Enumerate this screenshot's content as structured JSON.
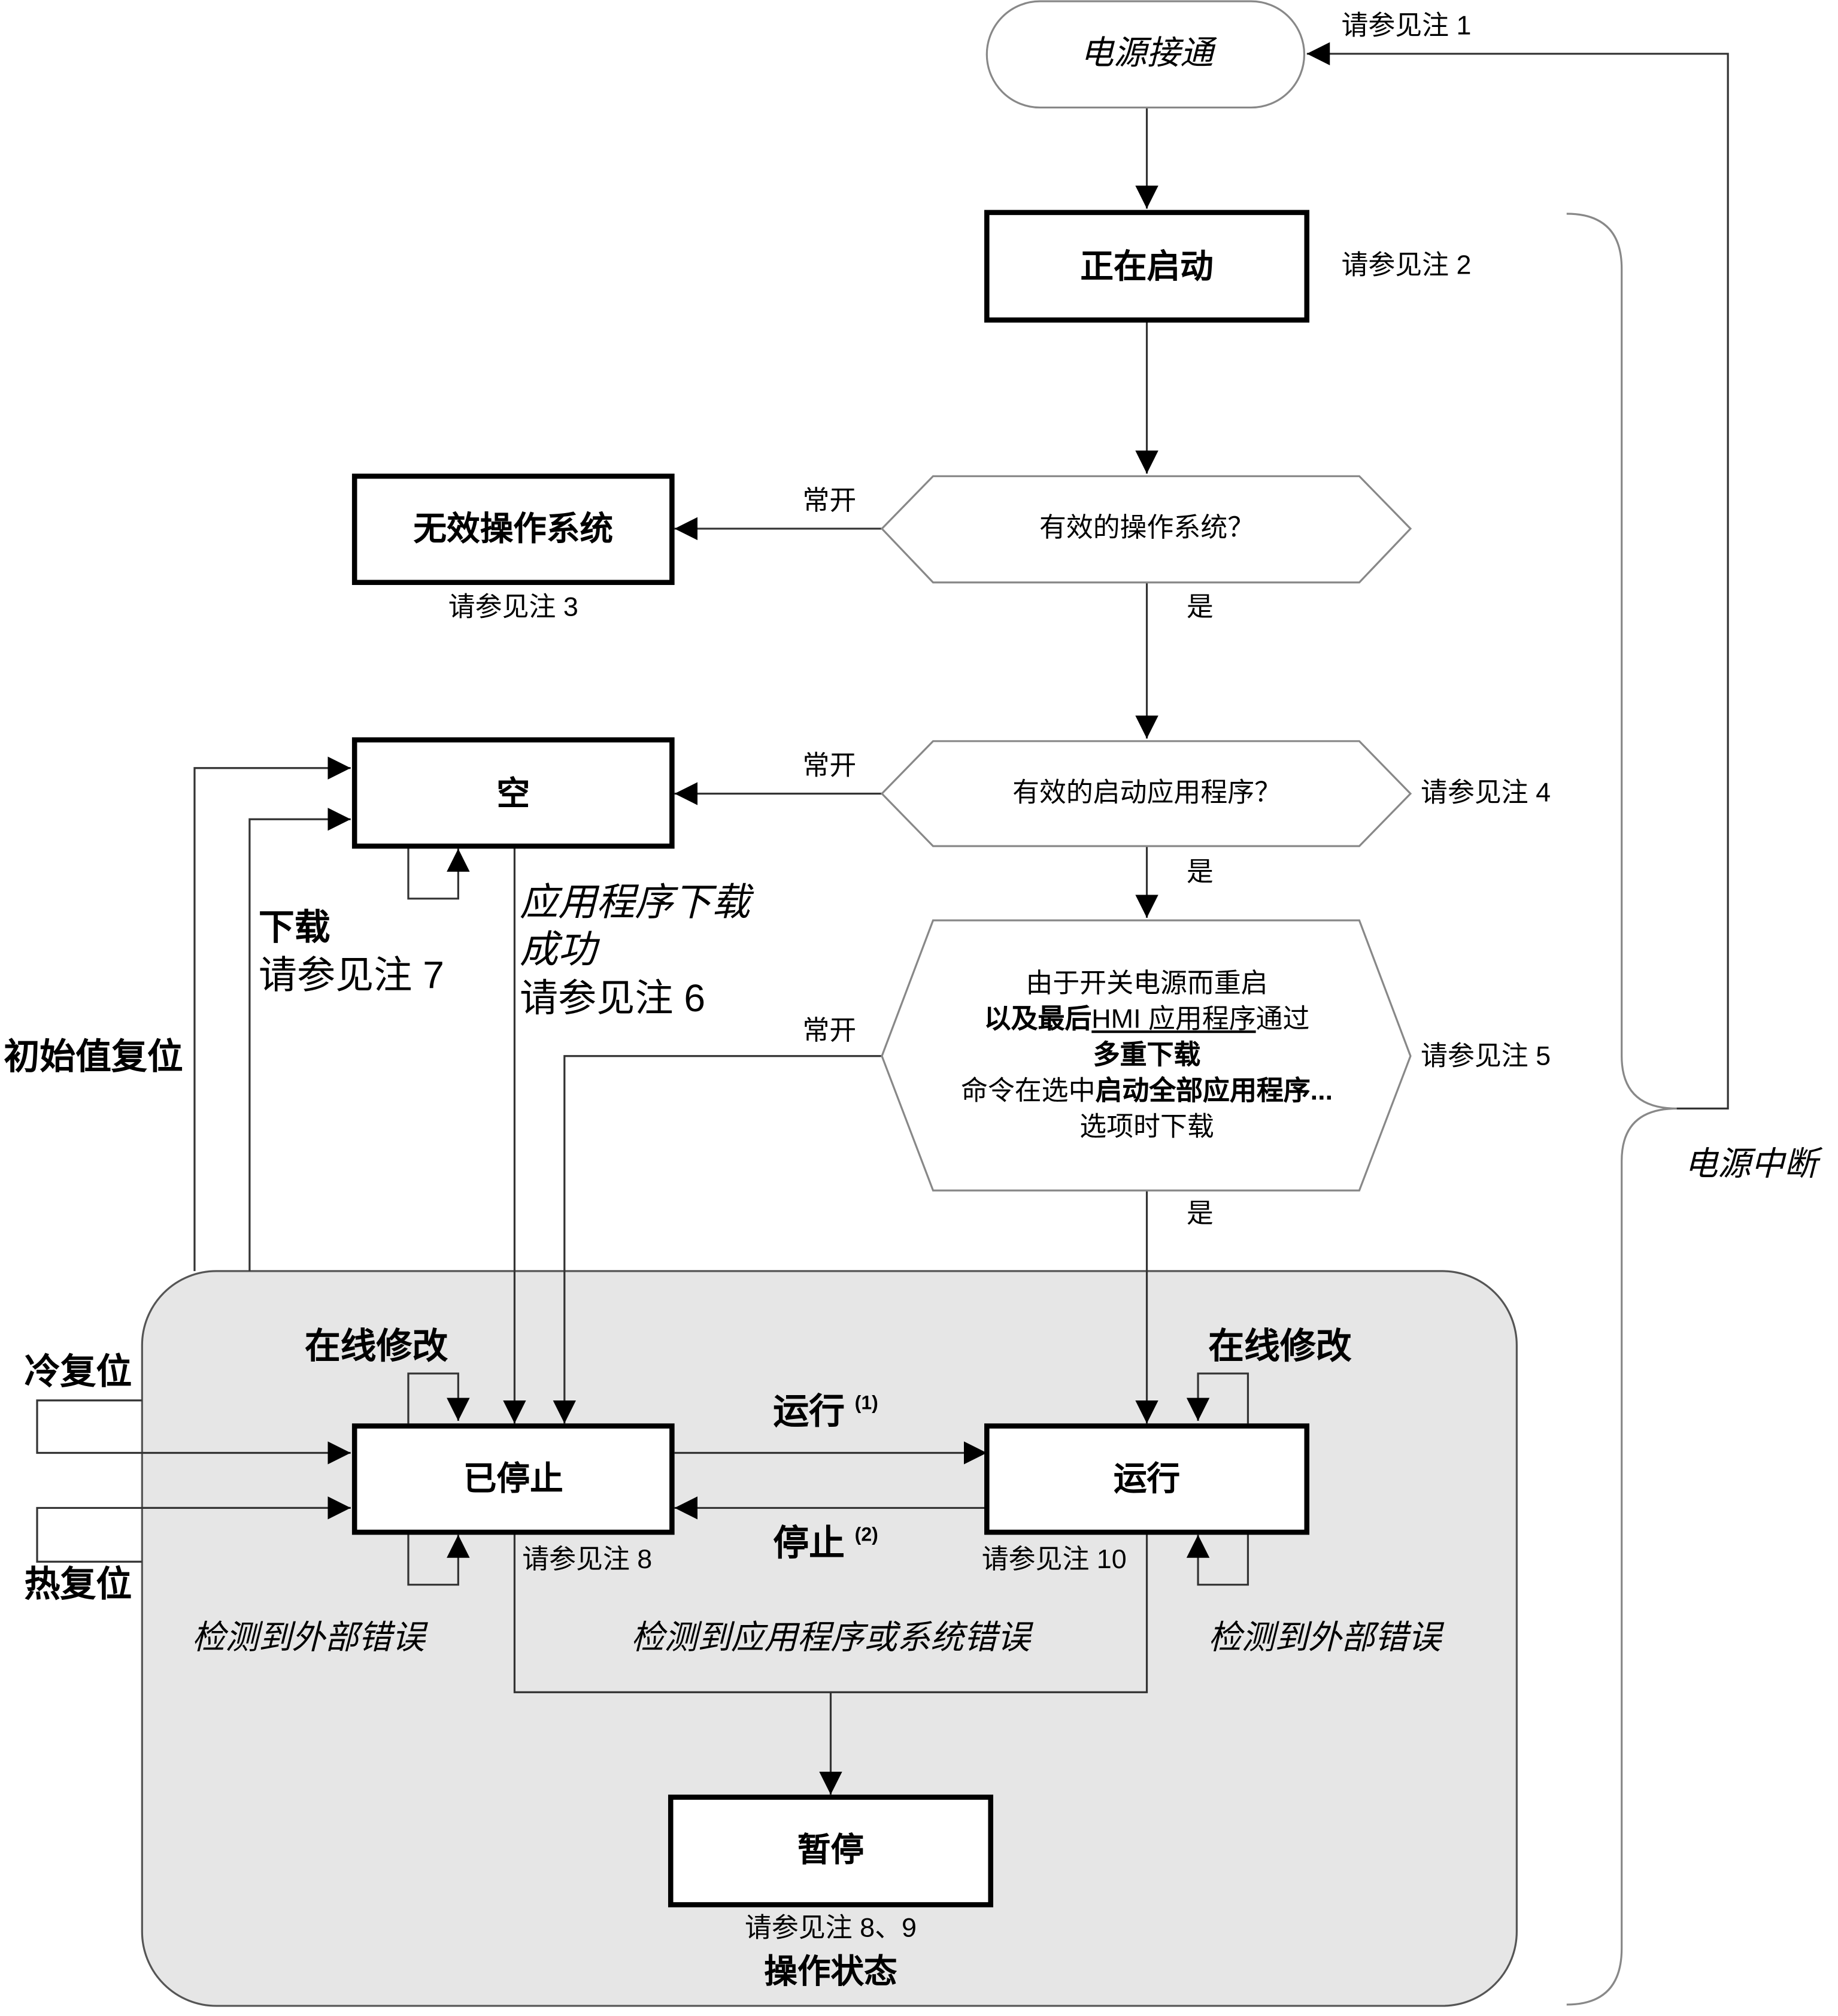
{
  "nodes": {
    "power_on": "电源接通",
    "starting": "正在启动",
    "invalid_os": "无效操作系统",
    "empty": "空",
    "stopped": "已停止",
    "running": "运行",
    "paused": "暂停"
  },
  "decisions": {
    "valid_os": "有效的操作系统？",
    "valid_boot_app": "有效的启动应用程序？",
    "restart": {
      "line1": "由于开关电源而重启",
      "line2_a": "以及最后",
      "line2_b": "HMI 应用程序",
      "line2_c": "通过",
      "line3": "多重下载",
      "line4_a": "命令在选中",
      "line4_b": "启动全部应用程序...",
      "line5": "选项时下载"
    }
  },
  "notes": {
    "n1": "请参见注 1",
    "n2": "请参见注 2",
    "n3": "请参见注 3",
    "n4": "请参见注 4",
    "n5": "请参见注 5",
    "n6": "请参见注 6",
    "n7": "请参见注 7",
    "n8": "请参见注 8",
    "n10": "请参见注 10",
    "n89": "请参见注 8、9"
  },
  "labels": {
    "normally_open": "常开",
    "yes": "是",
    "app_download_ok_1": "应用程序下载",
    "app_download_ok_2": "成功",
    "download": "下载",
    "factory_reset": "初始值复位",
    "power_interrupt": "电源中断",
    "online_modify": "在线修改",
    "cold_reset": "冷复位",
    "warm_reset": "热复位",
    "run": "运行",
    "run_sup": "(1)",
    "stop": "停止",
    "stop_sup": "(2)",
    "ext_error": "检测到外部错误",
    "app_sys_error": "检测到应用程序或系统错误",
    "operating_state": "操作状态"
  },
  "colors": {
    "operating_region_fill": "#e6e6e6",
    "line": "#333333",
    "border": "#000000"
  }
}
